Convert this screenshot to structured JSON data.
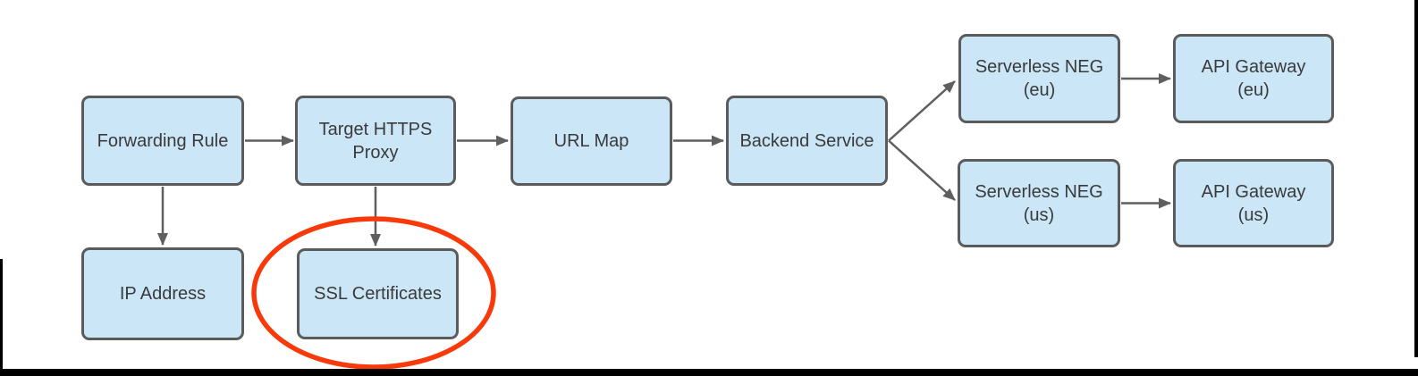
{
  "diagram": {
    "nodes": {
      "forwarding_rule": {
        "label": "Forwarding Rule"
      },
      "target_https_proxy": {
        "label": "Target HTTPS\nProxy"
      },
      "url_map": {
        "label": "URL Map"
      },
      "backend_service": {
        "label": "Backend Service"
      },
      "serverless_neg_eu": {
        "label": "Serverless NEG\n(eu)"
      },
      "api_gateway_eu": {
        "label": "API Gateway\n(eu)"
      },
      "serverless_neg_us": {
        "label": "Serverless NEG\n(us)"
      },
      "api_gateway_us": {
        "label": "API Gateway\n(us)"
      },
      "ip_address": {
        "label": "IP Address"
      },
      "ssl_certificates": {
        "label": "SSL Certificates"
      }
    },
    "connections": [
      {
        "from": "forwarding_rule",
        "to": "target_https_proxy"
      },
      {
        "from": "target_https_proxy",
        "to": "url_map"
      },
      {
        "from": "url_map",
        "to": "backend_service"
      },
      {
        "from": "backend_service",
        "to": "serverless_neg_eu"
      },
      {
        "from": "backend_service",
        "to": "serverless_neg_us"
      },
      {
        "from": "serverless_neg_eu",
        "to": "api_gateway_eu"
      },
      {
        "from": "serverless_neg_us",
        "to": "api_gateway_us"
      },
      {
        "from": "forwarding_rule",
        "to": "ip_address"
      },
      {
        "from": "target_https_proxy",
        "to": "ssl_certificates"
      }
    ],
    "annotation": {
      "type": "ellipse-highlight",
      "around": "SSL Certificates",
      "color": "#f8390a"
    },
    "colors": {
      "node_fill": "#cbe6f7",
      "node_border": "#5b5b5b",
      "arrow": "#5f5f5f",
      "text": "#3a3a3a",
      "highlight": "#f8390a",
      "frame_bars": "#000000"
    }
  }
}
